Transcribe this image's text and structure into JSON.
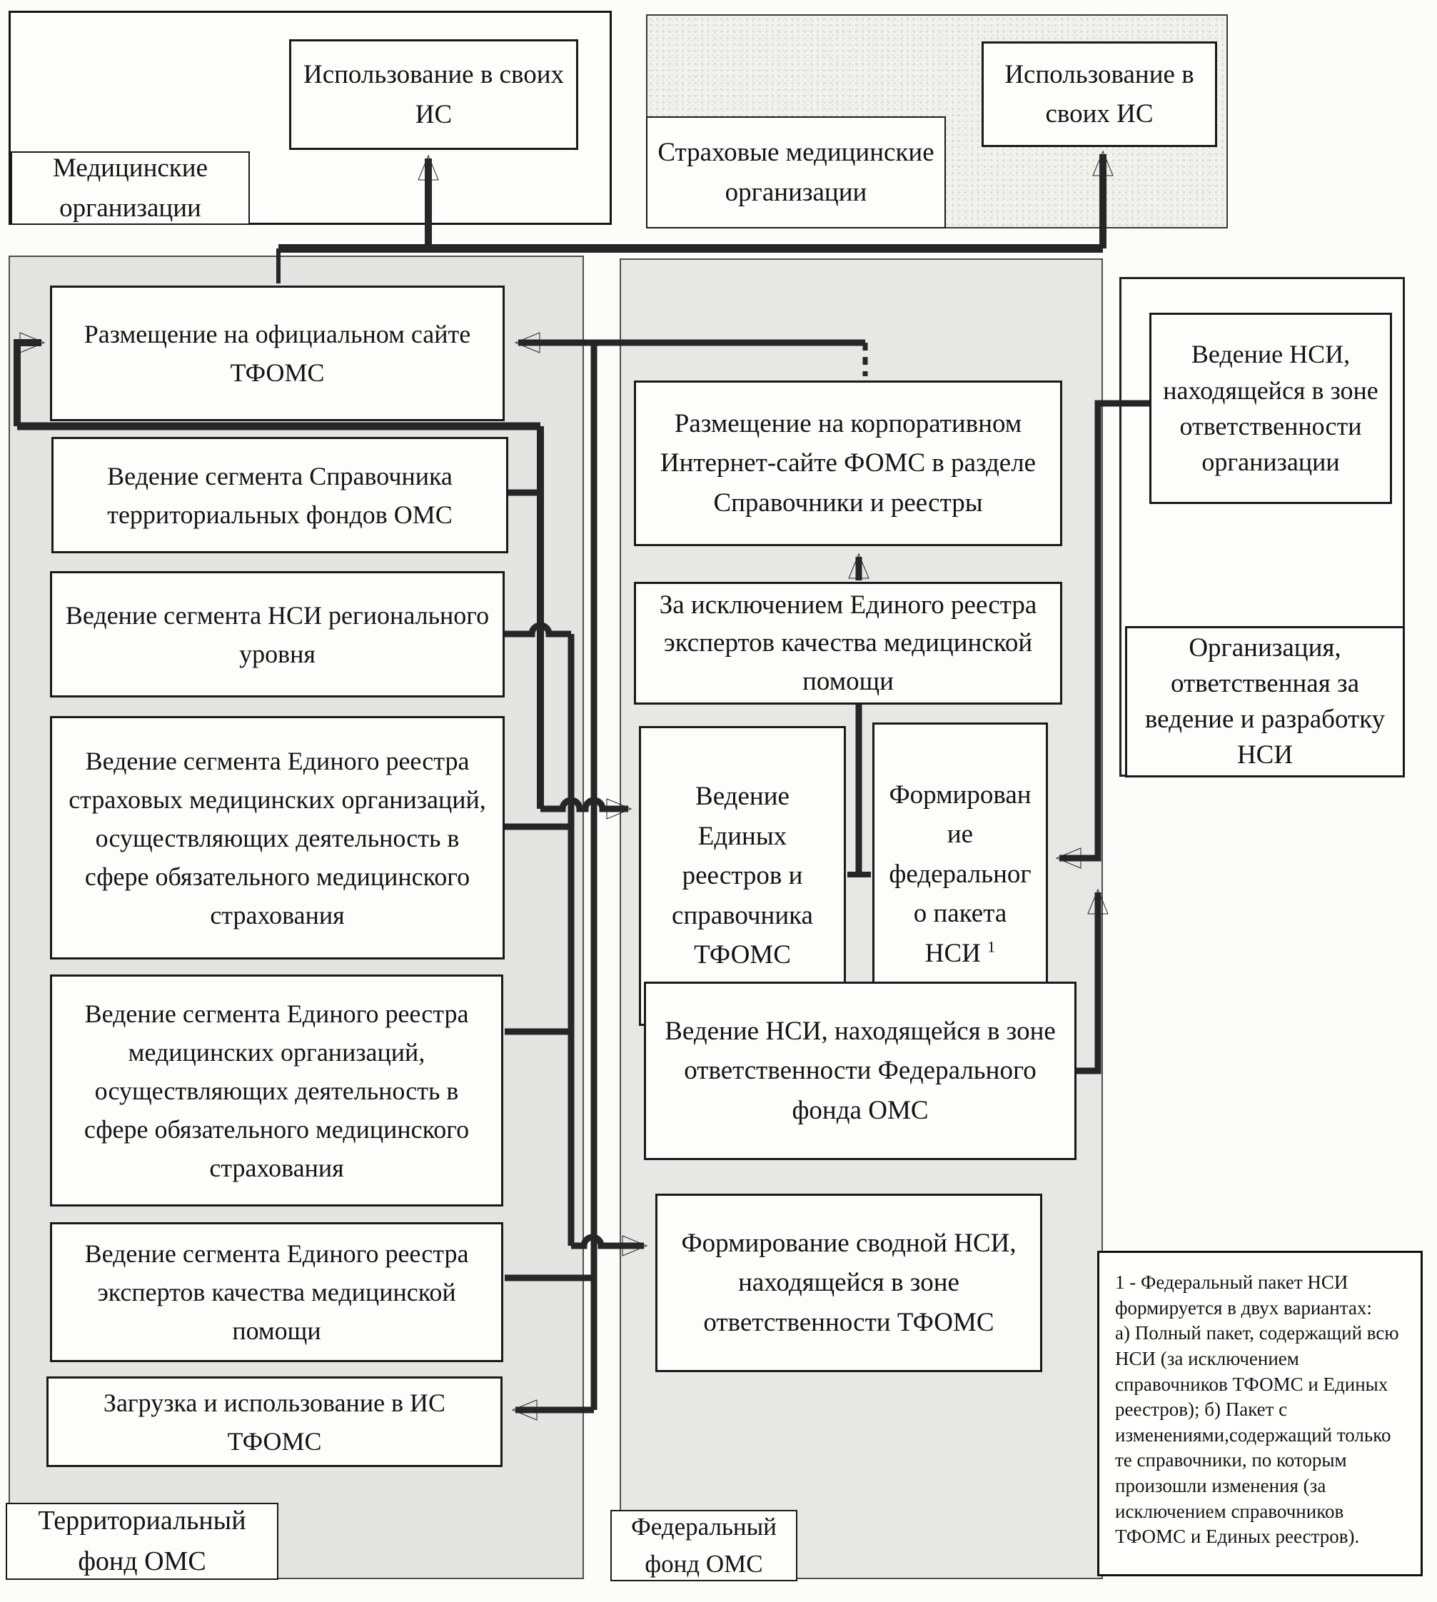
{
  "diagram": {
    "top_left_group": {
      "label_box": "Медицинские организации",
      "usage_box": "Использование в своих ИС"
    },
    "top_right_group": {
      "label_box": "Страховые медицинские организации",
      "usage_box": "Использование в своих ИС"
    },
    "tfoms_column": {
      "label_box": "Территориальный фонд ОМС",
      "boxes": [
        "Размещение на официальном сайте ТФОМС",
        "Ведение сегмента Справочника территориальных фондов ОМС",
        "Ведение сегмента   НСИ регионального  уровня",
        "Ведение сегмента Единого реестра страховых медицинских организаций, осуществляющих деятельность в сфере обязательного медицинского страхования",
        "Ведение сегмента Единого реестра   медицинских организаций, осуществляющих деятельность в сфере обязательного медицинского страхования",
        "Ведение сегмента  Единого реестра   экспертов качества медицинской помощи",
        "Загрузка и использование в ИС ТФОМС"
      ]
    },
    "foms_column": {
      "label_box": "Федеральный фонд ОМС",
      "boxes": [
        "Размещение на корпоративном Интернет-сайте ФОМС в разделе Справочники и реестры",
        "За исключением Единого реестра экспертов   качества медицинской помощи",
        "Ведение Единых реестров и справочника ТФОМС",
        "Формирование федерального пакета НСИ",
        "Ведение НСИ, находящейся в зоне  ответственности Федерального фонда ОМС",
        "Формирование сводной НСИ, находящейся в зоне ответственности ТФОМС"
      ],
      "footnote_marker": "1"
    },
    "org_column": {
      "boxes": [
        "Ведение НСИ, находящейся в зоне ответственности организации",
        "Организация, ответственная за ведение и разработку НСИ"
      ]
    },
    "footnote": {
      "text": "1 - Федеральный пакет НСИ\nформируется в двух вариантах:\nа) Полный пакет, содержащий  всю\nНСИ (за исключением\nсправочников ТФОМС и Единых\nреестров);  б) Пакет с\nизменениями,содержащий только\nте справочники, по которым\nпроизошли изменения (за\nисключением справочников\nТФОМС и Единых реестров)."
    },
    "colors": {
      "line": "#262626",
      "container_gray": "#e4e4e2",
      "stipple_bg": "#f1f1ed",
      "box_border": "#1a1a1a"
    }
  }
}
